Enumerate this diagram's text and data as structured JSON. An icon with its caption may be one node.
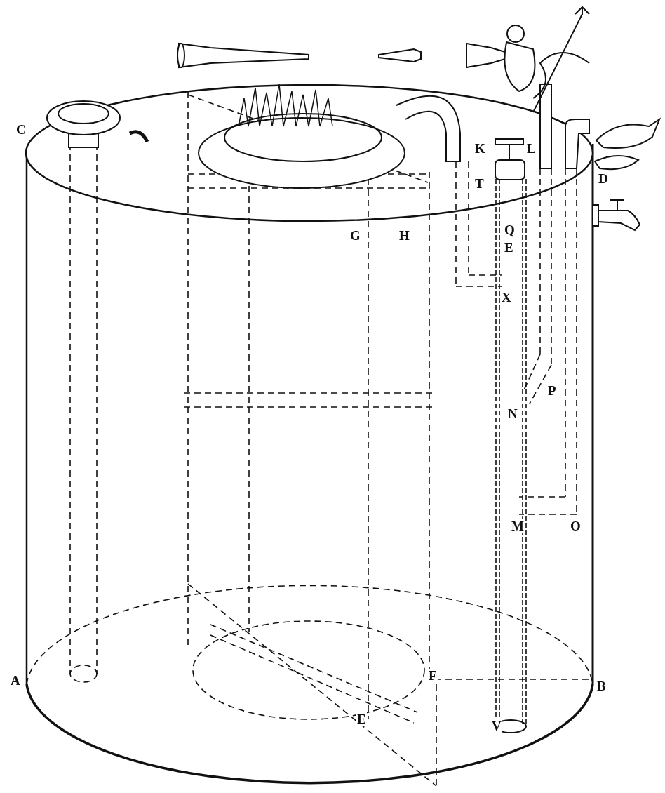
{
  "diagram": {
    "labels": [
      "C",
      "K",
      "L",
      "T",
      "D",
      "G",
      "H",
      "Q",
      "E",
      "X",
      "P",
      "N",
      "M",
      "O",
      "A",
      "F",
      "B",
      "V",
      "E"
    ]
  }
}
